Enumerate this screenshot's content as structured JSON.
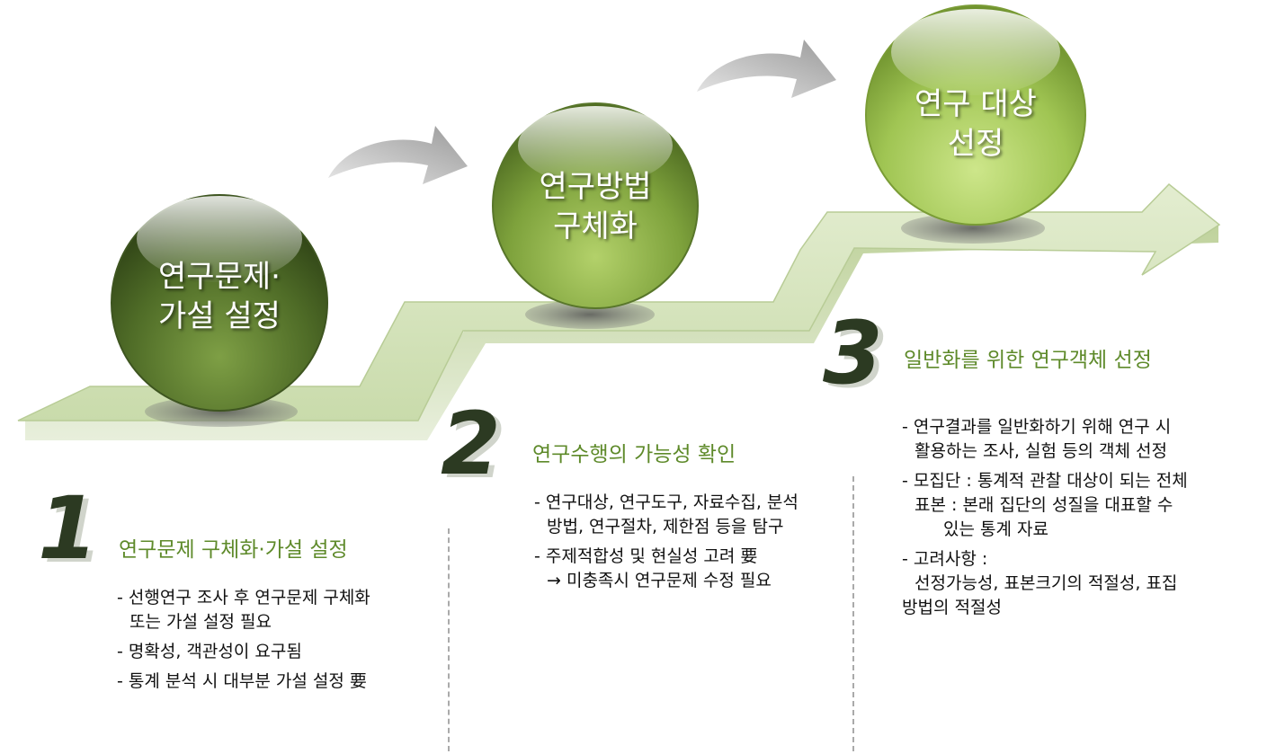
{
  "spheres": [
    {
      "line1": "연구문제·",
      "line2": "가설 설정"
    },
    {
      "line1": "연구방법",
      "line2": "구체화"
    },
    {
      "line1": "연구 대상",
      "line2": "선정"
    }
  ],
  "steps": [
    {
      "number": "1",
      "title": "연구문제 구체화·가설 설정",
      "bullets": [
        {
          "text": "- 선행연구 조사 후 연구문제 구체화",
          "cont": "또는 가설 설정 필요"
        },
        {
          "text": "- 명확성, 객관성이 요구됨",
          "cont": ""
        },
        {
          "text": "- 통계 분석 시 대부분 가설 설정 要",
          "cont": ""
        }
      ]
    },
    {
      "number": "2",
      "title": "연구수행의 가능성 확인",
      "bullets": [
        {
          "text": "- 연구대상, 연구도구, 자료수집, 분석",
          "cont": "방법, 연구절차, 제한점 등을 탐구"
        },
        {
          "text": "- 주제적합성 및 현실성 고려 要",
          "cont": "→ 미충족시 연구문제 수정 필요"
        }
      ]
    },
    {
      "number": "3",
      "title": "일반화를 위한 연구객체 선정",
      "bullets": [
        {
          "text": "- 연구결과를 일반화하기 위해 연구 시",
          "cont": "활용하는 조사, 실험 등의 객체 선정"
        },
        {
          "text": "- 모집단 : 통계적 관찰 대상이 되는 전체",
          "cont": "표본 : 본래 집단의 성질을 대표할 수"
        },
        {
          "text": "",
          "cont": "있는 통계 자료"
        },
        {
          "text": "- 고려사항 :",
          "cont": "선정가능성, 표본크기의 적절성, 표집"
        },
        {
          "text": "",
          "cont": "방법의 적절성"
        }
      ]
    }
  ],
  "colors": {
    "ribbon": "#d6e4bd",
    "ribbon_edge": "#b9cd97",
    "sphere_dark": "#4d6a25",
    "sphere_mid": "#7aa03a",
    "sphere_light": "#a6c85a",
    "title_green": "#5e8a2a"
  }
}
